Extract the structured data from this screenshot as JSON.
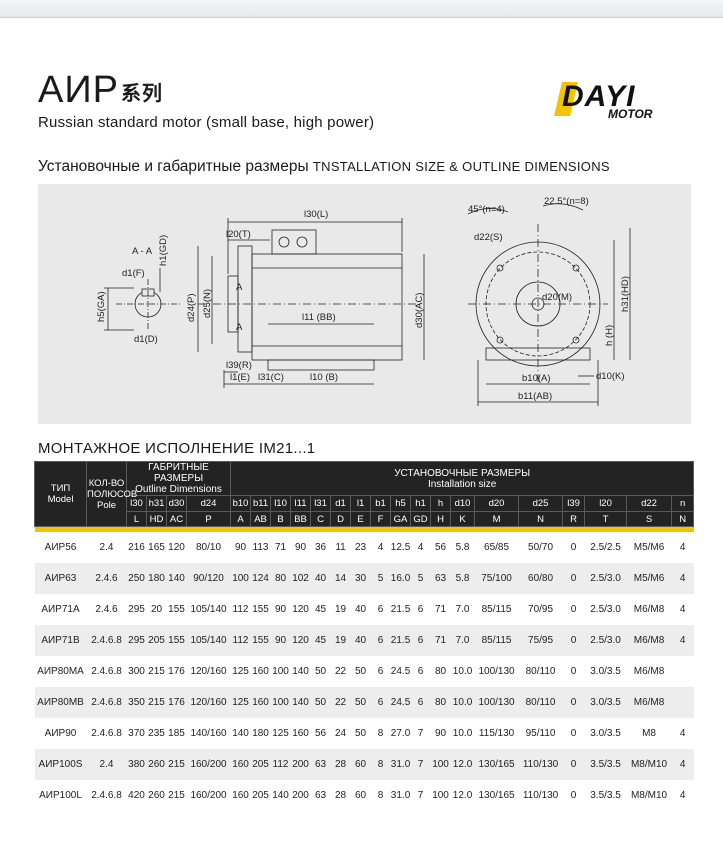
{
  "header": {
    "title": "АИР",
    "title_suffix": "系列",
    "subtitle": "Russian standard motor (small base, high power)",
    "logo_text": "DAYI",
    "logo_sub": "MOTOR"
  },
  "section": {
    "heading_ru": "Установочные и габаритные размеры",
    "heading_en": "TNSTALLATION SIZE & OUTLINE DIMENSIONS"
  },
  "drawing": {
    "section_label": "A - A",
    "labels": {
      "h1": "h1(GD)",
      "d1f": "d1(F)",
      "h5": "h5(GA)",
      "d1d": "d1(D)",
      "l30": "l30(L)",
      "l20": "l20(T)",
      "d24": "d24(P)",
      "d25": "d25(N)",
      "a1": "A",
      "a2": "A",
      "l11": "l11 (BB)",
      "d30": "d30(AC)",
      "l39": "l39(R)",
      "l1e": "l1(E)",
      "l31": "l31(C)",
      "l10": "l10 (B)",
      "deg45": "45°(n=4)",
      "deg22": "22.5°(n=8)",
      "d22": "d22(S)",
      "d20": "d20(M)",
      "h31": "h31(HD)",
      "h": "h (H)",
      "b10": "b10(A)",
      "b11": "b11(AB)",
      "d10": "d10(K)"
    }
  },
  "mounting": {
    "heading": "МОНТАЖНОЕ ИСПОЛНЕНИЕ IM21...1"
  },
  "table": {
    "type_ru": "ТИП",
    "type_en": "Model",
    "pole_ru": "КОЛ-ВО ПОЛЮСОВ",
    "pole_en": "Pole",
    "outline_ru": "ГАБРИТНЫЕ РАЗМЕРЫ",
    "outline_en": "Outline Dimensions",
    "install_ru": "УСТАНОВОЧНЫЕ РАЗМЕРЫ",
    "install_en": "Installation size",
    "columns": [
      "l30",
      "h31",
      "d30",
      "d24",
      "b10",
      "b11",
      "l10",
      "l11",
      "l31",
      "d1",
      "l1",
      "b1",
      "h5",
      "h1",
      "h",
      "d10",
      "d20",
      "d25",
      "l39",
      "l20",
      "d22",
      "n"
    ],
    "letters": [
      "L",
      "HD",
      "AC",
      "P",
      "A",
      "AB",
      "B",
      "BB",
      "C",
      "D",
      "E",
      "F",
      "GA",
      "GD",
      "H",
      "K",
      "M",
      "N",
      "R",
      "T",
      "S",
      "N"
    ],
    "rows": [
      [
        "АИР56",
        "2.4",
        "216",
        "165",
        "120",
        "80/10",
        "90",
        "113",
        "71",
        "90",
        "36",
        "11",
        "23",
        "4",
        "12.5",
        "4",
        "56",
        "5.8",
        "65/85",
        "50/70",
        "0",
        "2.5/2.5",
        "M5/M6",
        "4"
      ],
      [
        "АИР63",
        "2.4.6",
        "250",
        "180",
        "140",
        "90/120",
        "100",
        "124",
        "80",
        "102",
        "40",
        "14",
        "30",
        "5",
        "16.0",
        "5",
        "63",
        "5.8",
        "75/100",
        "60/80",
        "0",
        "2.5/3.0",
        "M5/M6",
        "4"
      ],
      [
        "АИР71А",
        "2.4.6",
        "295",
        "20",
        "155",
        "105/140",
        "112",
        "155",
        "90",
        "120",
        "45",
        "19",
        "40",
        "6",
        "21.5",
        "6",
        "71",
        "7.0",
        "85/115",
        "70/95",
        "0",
        "2.5/3.0",
        "M6/M8",
        "4"
      ],
      [
        "АИР71В",
        "2.4.6.8",
        "295",
        "205",
        "155",
        "105/140",
        "112",
        "155",
        "90",
        "120",
        "45",
        "19",
        "40",
        "6",
        "21.5",
        "6",
        "71",
        "7.0",
        "85/115",
        "75/95",
        "0",
        "2.5/3.0",
        "M6/M8",
        "4"
      ],
      [
        "АИР80МА",
        "2.4.6.8",
        "300",
        "215",
        "176",
        "120/160",
        "125",
        "160",
        "100",
        "140",
        "50",
        "22",
        "50",
        "6",
        "24.5",
        "6",
        "80",
        "10.0",
        "100/130",
        "80/110",
        "0",
        "3.0/3.5",
        "M6/M8",
        ""
      ],
      [
        "АИР80МВ",
        "2.4.6.8",
        "350",
        "215",
        "176",
        "120/160",
        "125",
        "160",
        "100",
        "140",
        "50",
        "22",
        "50",
        "6",
        "24.5",
        "6",
        "80",
        "10.0",
        "100/130",
        "80/110",
        "0",
        "3.0/3.5",
        "M6/M8",
        ""
      ],
      [
        "АИР90",
        "2.4.6.8",
        "370",
        "235",
        "185",
        "140/160",
        "140",
        "180",
        "125",
        "160",
        "56",
        "24",
        "50",
        "8",
        "27.0",
        "7",
        "90",
        "10.0",
        "115/130",
        "95/110",
        "0",
        "3.0/3.5",
        "M8",
        "4"
      ],
      [
        "АИР100S",
        "2.4",
        "380",
        "260",
        "215",
        "160/200",
        "160",
        "205",
        "112",
        "200",
        "63",
        "28",
        "60",
        "8",
        "31.0",
        "7",
        "100",
        "12.0",
        "130/165",
        "110/130",
        "0",
        "3.5/3.5",
        "M8/M10",
        "4"
      ],
      [
        "АИР100L",
        "2.4.6.8",
        "420",
        "260",
        "215",
        "160/200",
        "160",
        "205",
        "140",
        "200",
        "63",
        "28",
        "60",
        "8",
        "31.0",
        "7",
        "100",
        "12.0",
        "130/165",
        "110/130",
        "0",
        "3.5/3.5",
        "M8/M10",
        "4"
      ]
    ]
  },
  "colors": {
    "accent": "#f2c400",
    "header_bg": "#232323",
    "drawing_bg": "#e9e9e9"
  }
}
